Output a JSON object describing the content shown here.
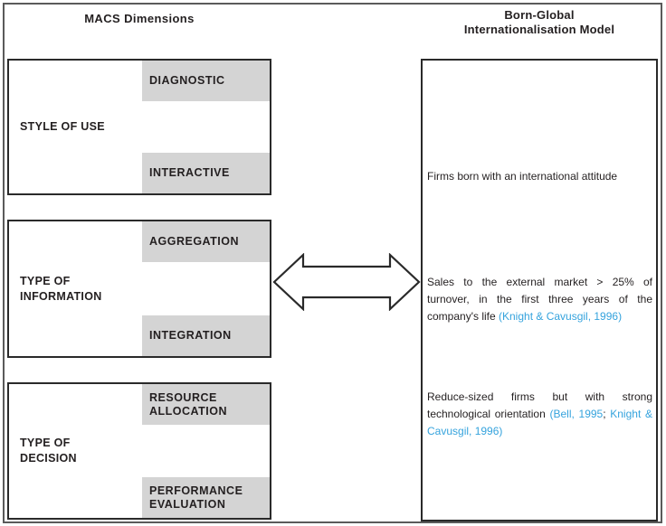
{
  "colors": {
    "box_border": "#2a2a2a",
    "outer_border": "#5a5a5a",
    "gray_fill": "#d4d4d4",
    "text_dark": "#231f20",
    "citation_blue": "#35a3dd"
  },
  "macs": {
    "header": "MACS Dimensions",
    "rows": [
      {
        "label": "STYLE OF USE",
        "top_box": "DIAGNOSTIC",
        "bottom_box": "INTERACTIVE"
      },
      {
        "label": "TYPE OF INFORMATION",
        "top_box": "AGGREGATION",
        "bottom_box": "INTEGRATION"
      },
      {
        "label": "TYPE OF DECISION",
        "top_box": "RESOURCE ALLOCATION",
        "bottom_box": "PERFORMANCE EVALUATION"
      }
    ]
  },
  "born_global": {
    "header_line1": "Born-Global",
    "header_line2": "Internationalisation Model",
    "entries": [
      {
        "segments": [
          {
            "text": "Firms born with an international attitude",
            "style": "dark"
          }
        ]
      },
      {
        "segments": [
          {
            "text": "Sales to the external market > 25% of turnover, in the first three years of the company's life ",
            "style": "dark"
          },
          {
            "text": "(Knight & Cavusgil, 1996)",
            "style": "blue"
          }
        ]
      },
      {
        "segments": [
          {
            "text": "Reduce-sized firms but with strong technological orientation ",
            "style": "dark"
          },
          {
            "text": "(Bell, 1995",
            "style": "blue"
          },
          {
            "text": "; ",
            "style": "dark"
          },
          {
            "text": "Knight & Cavusgil, 1996)",
            "style": "blue"
          }
        ]
      }
    ]
  },
  "icons": {
    "relation_arrow": "double-headed-arrow"
  }
}
